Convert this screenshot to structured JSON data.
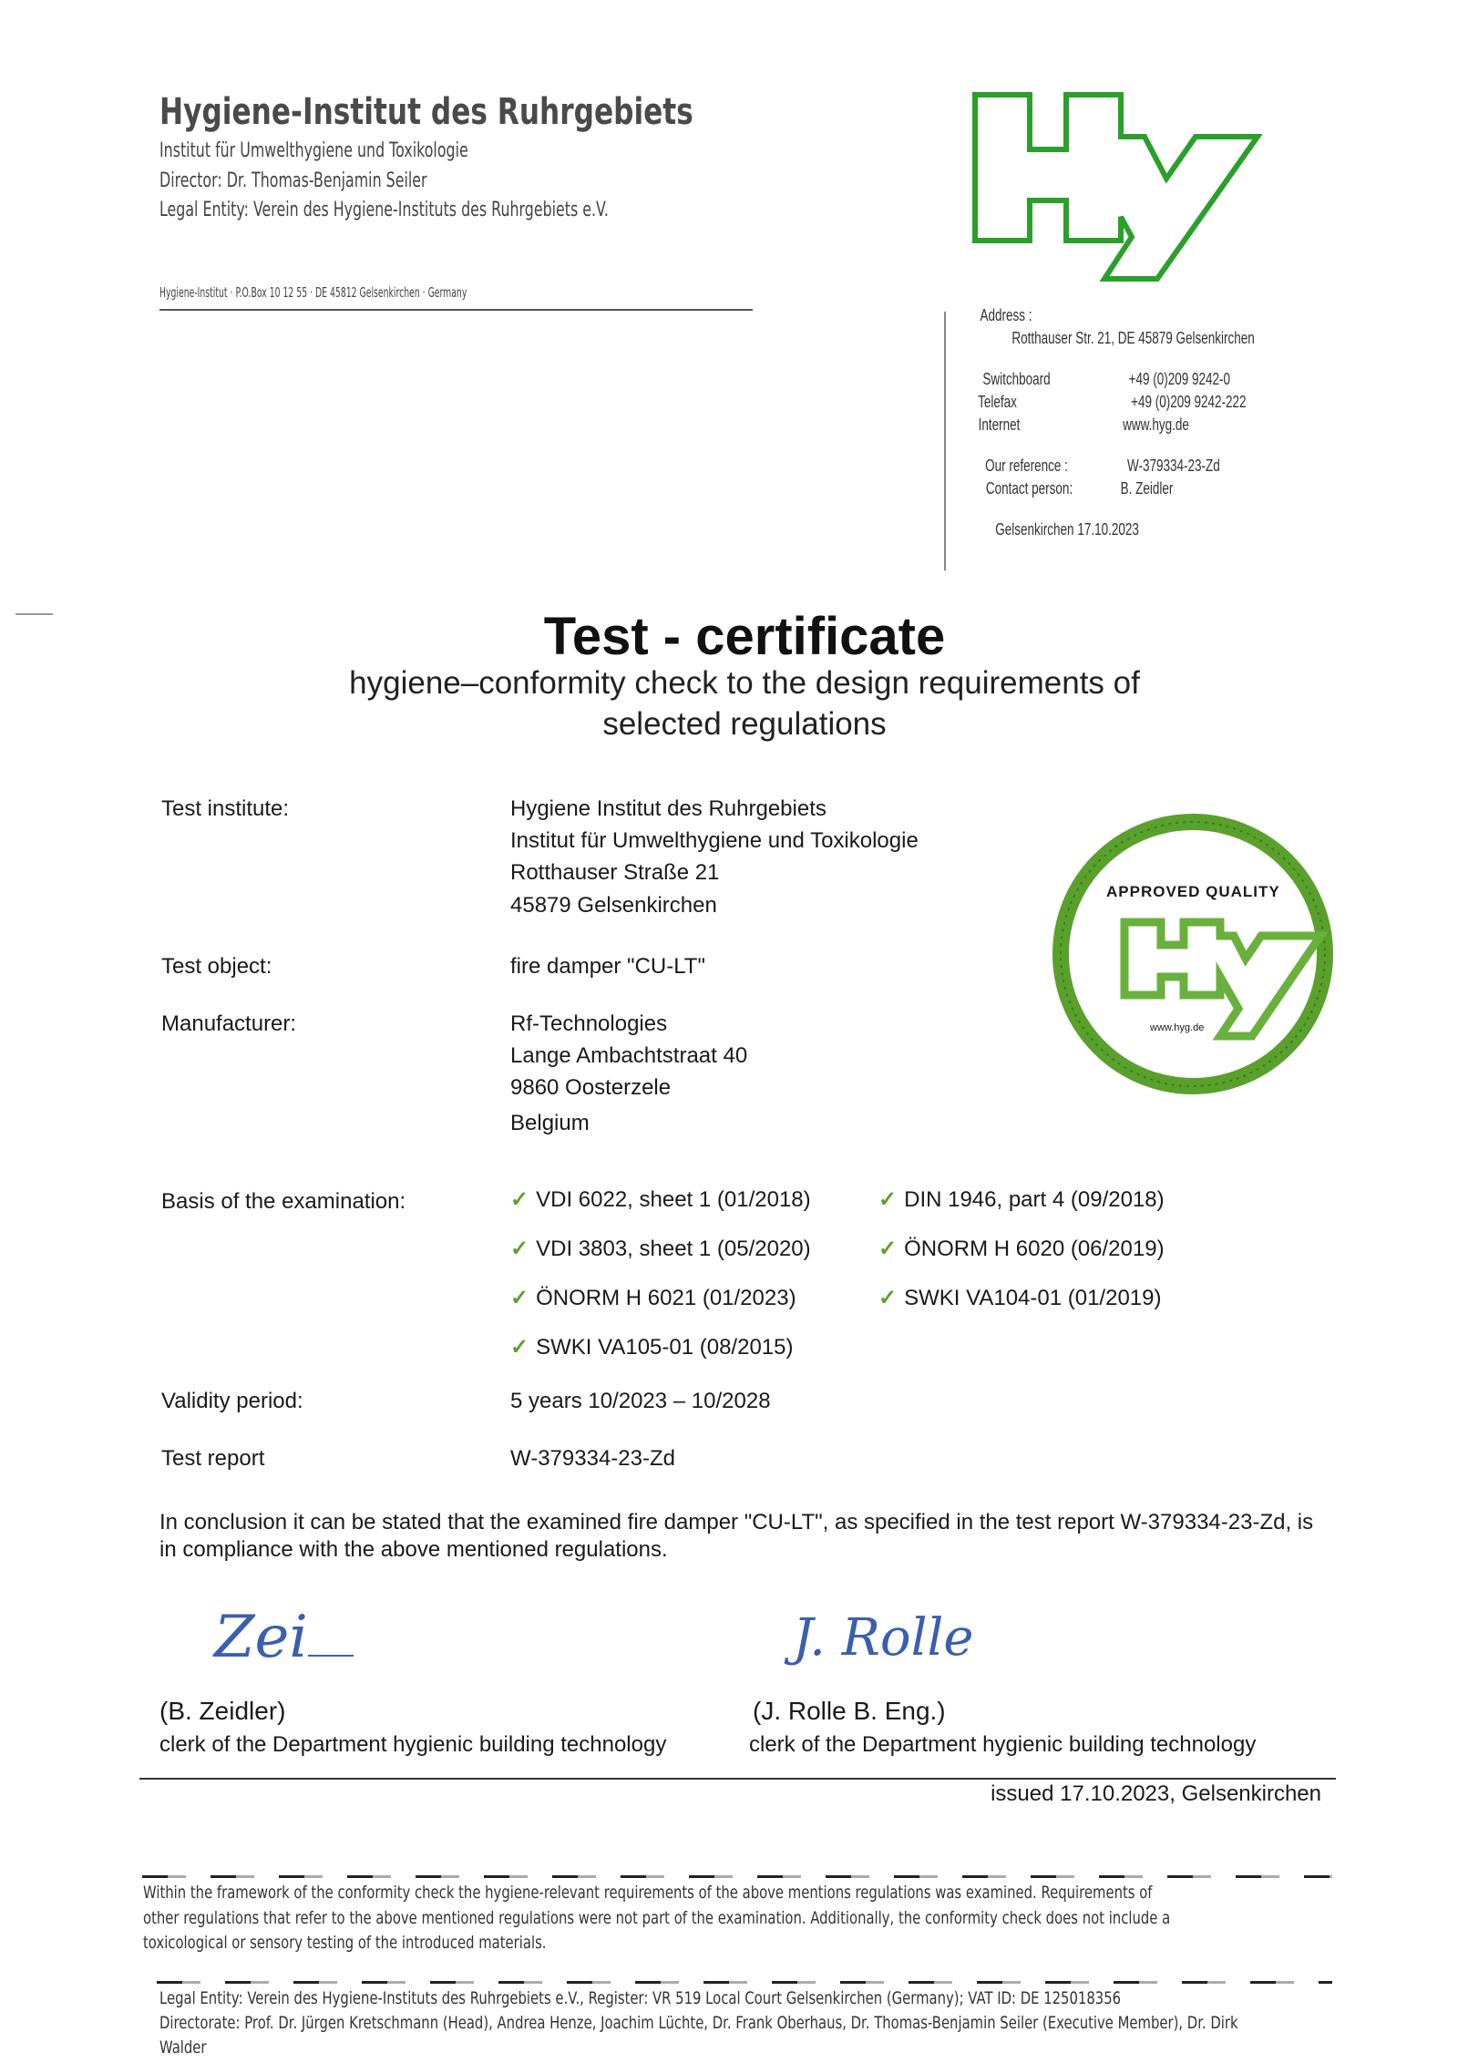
{
  "header": {
    "institute": "Hygiene-Institut des Ruhrgebiets",
    "subtitle": "Institut für Umwelthygiene und Toxikologie",
    "director": "Director: Dr. Thomas-Benjamin Seiler",
    "legal_entity": "Legal Entity: Verein des Hygiene-Instituts des Ruhrgebiets e.V.",
    "postal_line": "Hygiene-Institut · P.O.Box 10 12 55 · DE 45812 Gelsenkirchen · Germany",
    "logo_text": "Hy"
  },
  "contact": {
    "address_label": "Address :",
    "address": "Rotthauser Str. 21, DE 45879 Gelsenkirchen",
    "switchboard_label": "Switchboard",
    "switchboard": "+49 (0)209 9242-0",
    "telefax_label": "Telefax",
    "telefax": "+49 (0)209 9242-222",
    "internet_label": "Internet",
    "internet": "www.hyg.de",
    "reference_label": "Our reference :",
    "reference": "W-379334-23-Zd",
    "contact_label": "Contact person:",
    "contact_person": "B. Zeidler",
    "place_date": "Gelsenkirchen 17.10.2023"
  },
  "certificate": {
    "title": "Test - certificate",
    "subtitle_line1": "hygiene–conformity check to the design requirements of",
    "subtitle_line2": "selected regulations"
  },
  "fields": {
    "test_institute_label": "Test institute:",
    "test_institute": [
      "Hygiene Institut des Ruhrgebiets",
      "Institut für Umwelthygiene und Toxikologie",
      "Rotthauser Straße 21",
      "45879 Gelsenkirchen"
    ],
    "test_object_label": "Test object:",
    "test_object": "fire damper \"CU-LT\"",
    "manufacturer_label": "Manufacturer:",
    "manufacturer": [
      "Rf-Technologies",
      "Lange Ambachtstraat 40",
      "9860 Oosterzele",
      "Belgium"
    ],
    "basis_label": "Basis of the examination:",
    "basis": [
      "VDI 6022, sheet 1 (01/2018)",
      "DIN 1946, part 4 (09/2018)",
      "VDI 3803, sheet 1 (05/2020)",
      "ÖNORM H 6020 (06/2019)",
      "ÖNORM H 6021 (01/2023)",
      "SWKI VA104-01 (01/2019)",
      "SWKI VA105-01 (08/2015)"
    ],
    "validity_label": "Validity period:",
    "validity": "5 years 10/2023 – 10/2028",
    "report_label": "Test report",
    "report": "W-379334-23-Zd"
  },
  "seal": {
    "text": "APPROVED QUALITY",
    "url": "www.hyg.de",
    "logo_text": "Hy"
  },
  "conclusion": "In conclusion it can be stated that the examined fire damper \"CU-LT\", as specified in the test report W-379334-23-Zd, is in compliance with the above mentioned regulations.",
  "signatures": [
    {
      "signature": "Zei",
      "name": "(B. Zeidler)",
      "role": "clerk of the Department hygienic building technology"
    },
    {
      "signature": "J. Rolle",
      "name": "(J. Rolle B. Eng.)",
      "role": "clerk of the Department hygienic building technology"
    }
  ],
  "issued": "issued 17.10.2023, Gelsenkirchen",
  "disclaimer": [
    "Within the framework of the conformity check the hygiene-relevant requirements of the above mentions regulations was examined. Requirements of",
    "other regulations that refer to the above mentioned regulations were not part of the examination. Additionally, the conformity check does not include a",
    "toxicological or sensory testing of the introduced materials."
  ],
  "footer": [
    "Legal Entity: Verein des Hygiene-Instituts des Ruhrgebiets e.V., Register: VR 519 Local Court Gelsenkirchen (Germany); VAT ID: DE 125018356",
    "Directorate: Prof. Dr. Jürgen Kretschmann (Head), Andrea Henze, Joachim Lüchte, Dr. Frank Oberhaus, Dr. Thomas-Benjamin Seiler (Executive Member), Dr. Dirk",
    "Walder"
  ],
  "colors": {
    "brand_green": "#2aa02a",
    "seal_green": "#5aa02c"
  }
}
